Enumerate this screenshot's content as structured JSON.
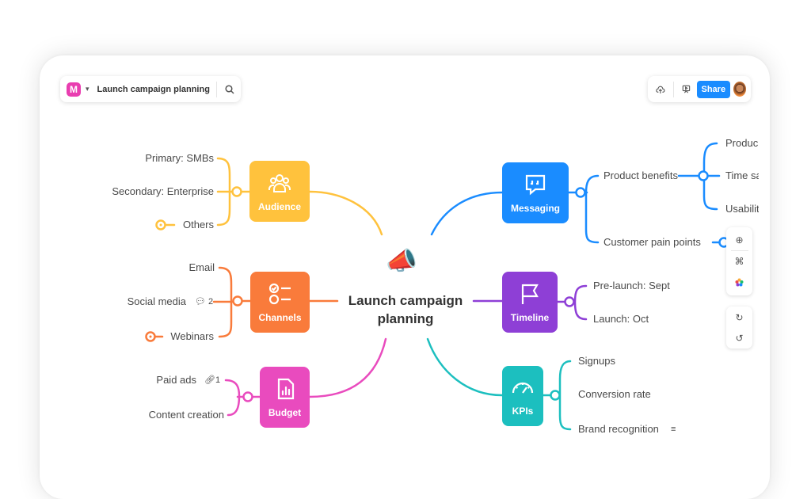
{
  "header": {
    "title": "Launch campaign planning",
    "share_label": "Share"
  },
  "center": {
    "title": "Launch campaign planning",
    "icon": "megaphone-icon"
  },
  "nodes": {
    "audience": {
      "label": "Audience",
      "color": "#FFC23D",
      "items": [
        "Primary: SMBs",
        "Secondary: Enterprise",
        "Others"
      ]
    },
    "channels": {
      "label": "Channels",
      "color": "#F97B3B",
      "items": [
        "Email",
        "Social media",
        "Webinars"
      ],
      "comment_count": "2"
    },
    "budget": {
      "label": "Budget",
      "color": "#E94BBE",
      "items": [
        "Paid ads",
        "Content creation"
      ],
      "link_count": "1"
    },
    "messaging": {
      "label": "Messaging",
      "color": "#1A8CFF",
      "items": [
        "Product benefits",
        "Customer pain points"
      ],
      "sub_items": [
        "Produc",
        "Time sa",
        "Usabilit"
      ]
    },
    "timeline": {
      "label": "Timeline",
      "color": "#8E3FD6",
      "items": [
        "Pre-launch: Sept",
        "Launch: Oct"
      ]
    },
    "kpis": {
      "label": "KPIs",
      "color": "#1CBFBF",
      "items": [
        "Signups",
        "Conversion rate",
        "Brand recognition"
      ]
    }
  }
}
